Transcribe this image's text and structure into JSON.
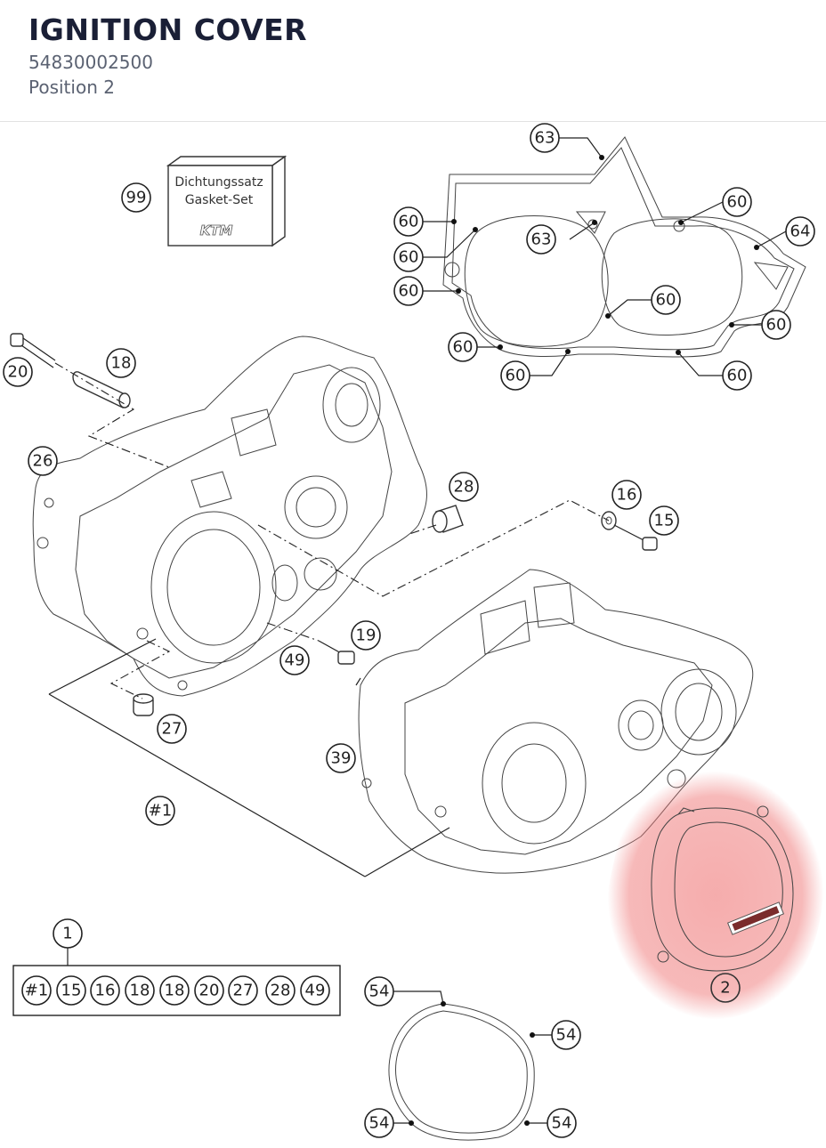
{
  "header": {
    "title": "IGNITION COVER",
    "part_number": "54830002500",
    "position": "Position 2"
  },
  "gasket_box": {
    "line1": "Dichtungssatz",
    "line2": "Gasket-Set",
    "logo": "KTM"
  },
  "callouts": {
    "c99": "99",
    "c63a": "63",
    "c63b": "63",
    "c64": "64",
    "c60a": "60",
    "c60b": "60",
    "c60c": "60",
    "c60d": "60",
    "c60e": "60",
    "c60f": "60",
    "c60g": "60",
    "c60h": "60",
    "c60i": "60",
    "c20": "20",
    "c18": "18",
    "c26": "26",
    "c28": "28",
    "c16": "16",
    "c15": "15",
    "c19": "19",
    "c49": "49",
    "c27": "27",
    "c39": "39",
    "c1": "1",
    "c2": "2",
    "c54a": "54",
    "c54b": "54",
    "c54c": "54",
    "c54d": "54",
    "csetbox": "#1"
  },
  "kit_items": [
    "#1",
    "15",
    "16",
    "18",
    "18",
    "20",
    "27",
    "28",
    "49"
  ],
  "highlight": {
    "color": "#f08080",
    "position": "2"
  }
}
